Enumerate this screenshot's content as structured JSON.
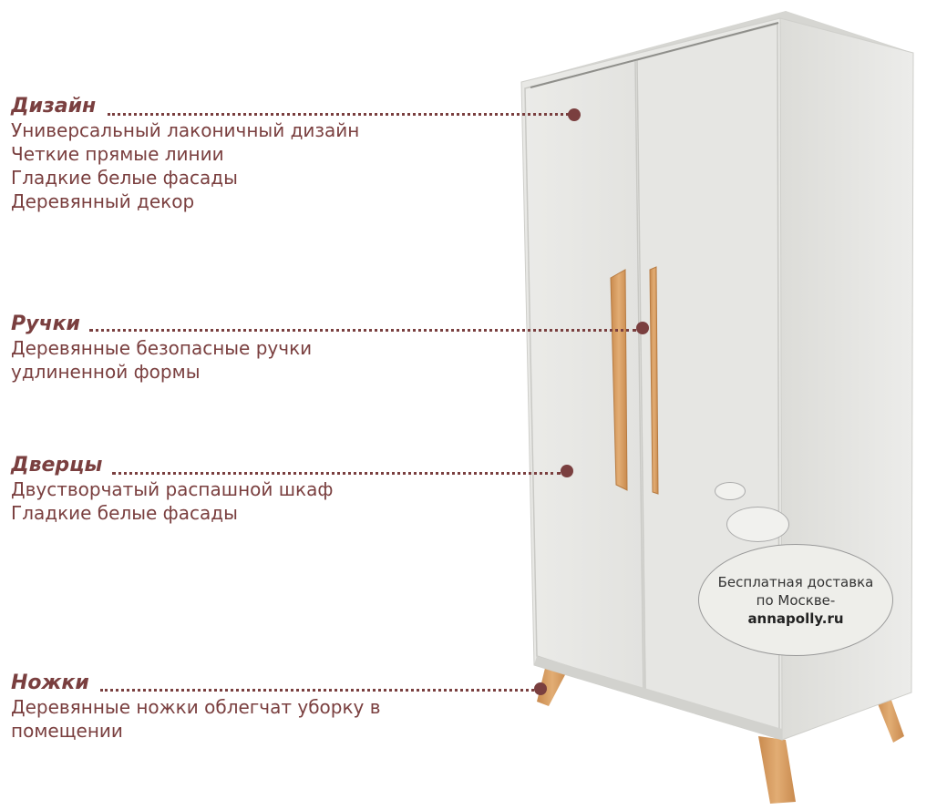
{
  "features": [
    {
      "id": "design",
      "title": "Дизайн",
      "lines": [
        "Универсальный лаконичный дизайн",
        "Четкие прямые линии",
        "Гладкие белые фасады",
        "Деревянный декор"
      ]
    },
    {
      "id": "handles",
      "title": "Ручки",
      "lines": [
        "Деревянные безопасные ручки",
        "удлиненной формы"
      ]
    },
    {
      "id": "doors",
      "title": "Дверцы",
      "lines": [
        "Двустворчатый распашной шкаф",
        "Гладкие белые фасады"
      ]
    },
    {
      "id": "legs",
      "title": "Ножки",
      "lines": [
        "Деревянные ножки облегчат уборку в",
        "помещении"
      ]
    }
  ],
  "delivery": {
    "line1": "Бесплатная доставка",
    "line2": "по Москве-",
    "site": "annapolly.ru"
  },
  "colors": {
    "accent": "#7a3f3f",
    "wood": "#d9a066",
    "cabinet": "#e9e9e6"
  }
}
